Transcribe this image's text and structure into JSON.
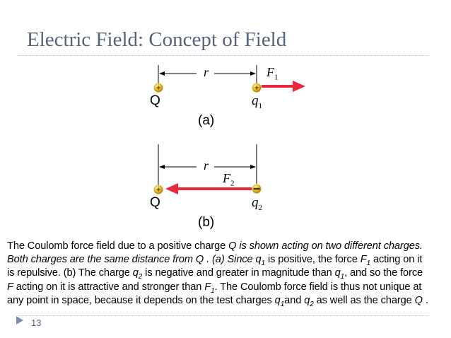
{
  "slide": {
    "title": "Electric Field: Concept of Field",
    "page_number": "13"
  },
  "diagram": {
    "a": {
      "r": "r",
      "F": "F",
      "F_sub": "1",
      "Q": "Q",
      "q": "q",
      "q_sub": "1",
      "panel": "(a)"
    },
    "b": {
      "r": "r",
      "F": "F",
      "F_sub": "2",
      "Q": "Q",
      "q": "q",
      "q_sub": "2",
      "panel": "(b)"
    },
    "colors": {
      "arrow": "#e8293b",
      "charge": "#e2b51a"
    }
  },
  "caption": {
    "p1": "The Coulomb force field due to a positive charge ",
    "p2": "Q",
    "p3": " is shown acting on two different charges. Both charges are the same distance from Q . (a) Since ",
    "p4": "q",
    "p4_sub": "1",
    "p5": " is positive, the force ",
    "p6": "F",
    "p6_sub": "1",
    "p7": " acting on it is repulsive. (b) The charge ",
    "p8": "q",
    "p8_sub": "2",
    "p9": " is negative and greater in magnitude than ",
    "p10": "q",
    "p10_sub": "1",
    "p11": ", and so the force ",
    "p12": "F",
    "p13": " acting on it is attractive and stronger than ",
    "p14": "F",
    "p14_sub": "1",
    "p15": ". The Coulomb force field is thus not unique at any point in space, because it depends on the test charges ",
    "p16": "q",
    "p16_sub": "1",
    "p17": "and ",
    "p18": "q",
    "p18_sub": "2",
    "p19": " as well as the charge ",
    "p20": "Q",
    "p21": " ."
  }
}
